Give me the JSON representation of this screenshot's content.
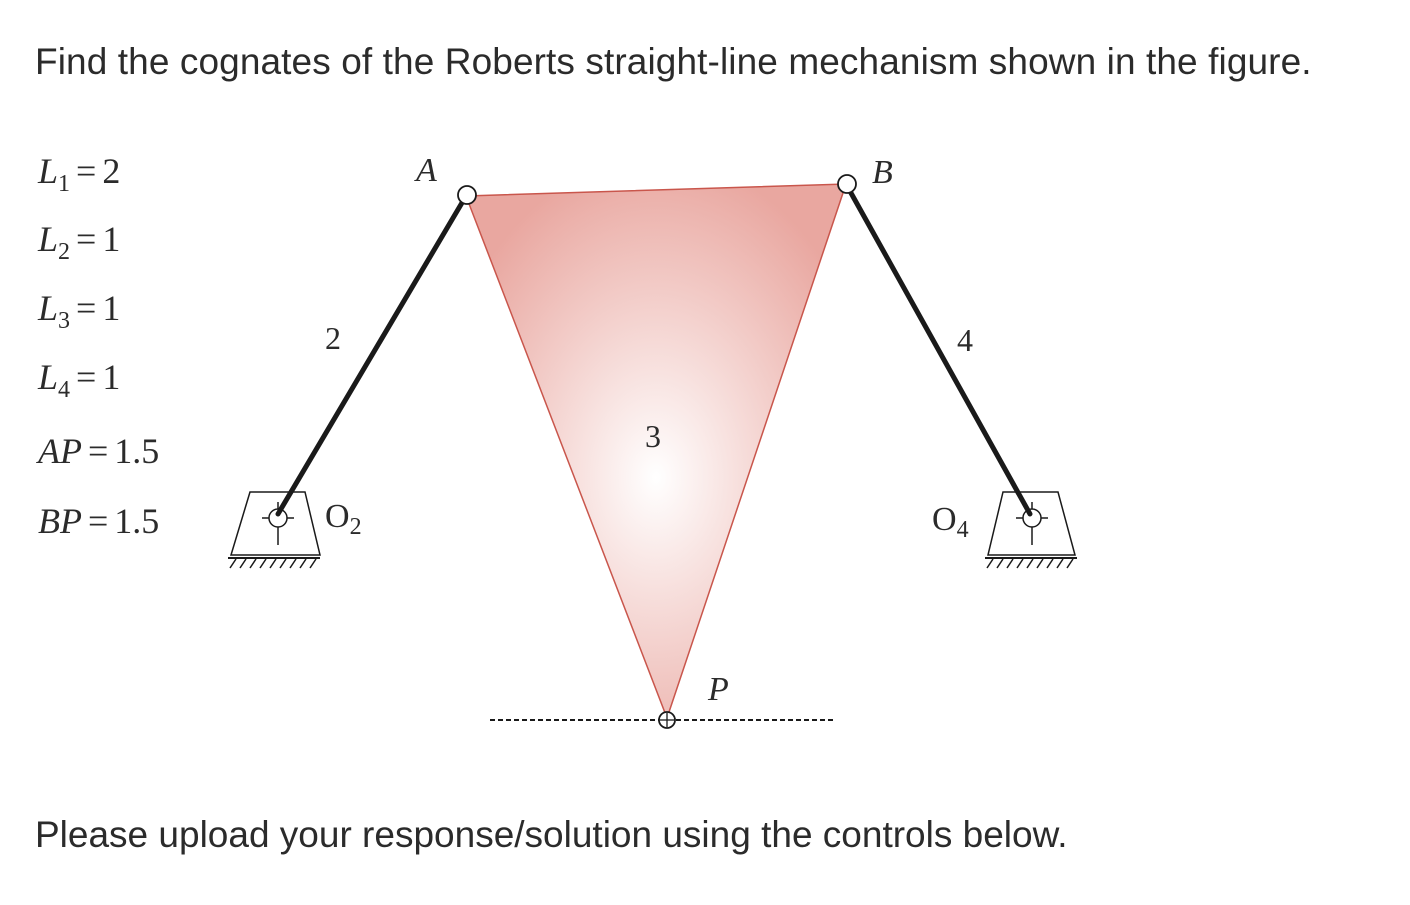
{
  "question": {
    "prompt": "Find the cognates of the Roberts straight-line mechanism shown in the figure.",
    "footer": "Please upload your response/solution using the controls below."
  },
  "parameters": [
    {
      "var": "L",
      "sub": "1",
      "value": "2"
    },
    {
      "var": "L",
      "sub": "2",
      "value": "1"
    },
    {
      "var": "L",
      "sub": "3",
      "value": "1"
    },
    {
      "var": "L",
      "sub": "4",
      "value": "1"
    },
    {
      "var": "AP",
      "sub": "",
      "value": "1.5"
    },
    {
      "var": "BP",
      "sub": "",
      "value": "1.5"
    }
  ],
  "diagram": {
    "labels": {
      "A": "A",
      "B": "B",
      "P": "P",
      "link2": "2",
      "link3": "3",
      "link4": "4",
      "O2_letter": "O",
      "O2_sub": "2",
      "O4_letter": "O",
      "O4_sub": "4"
    },
    "colors": {
      "coupler_fill_center": "#ffffff",
      "coupler_fill_edge": "#e9a7a0",
      "coupler_stroke": "#c9564c",
      "link": "#1a1a1a",
      "text": "#2b2b2b"
    }
  }
}
